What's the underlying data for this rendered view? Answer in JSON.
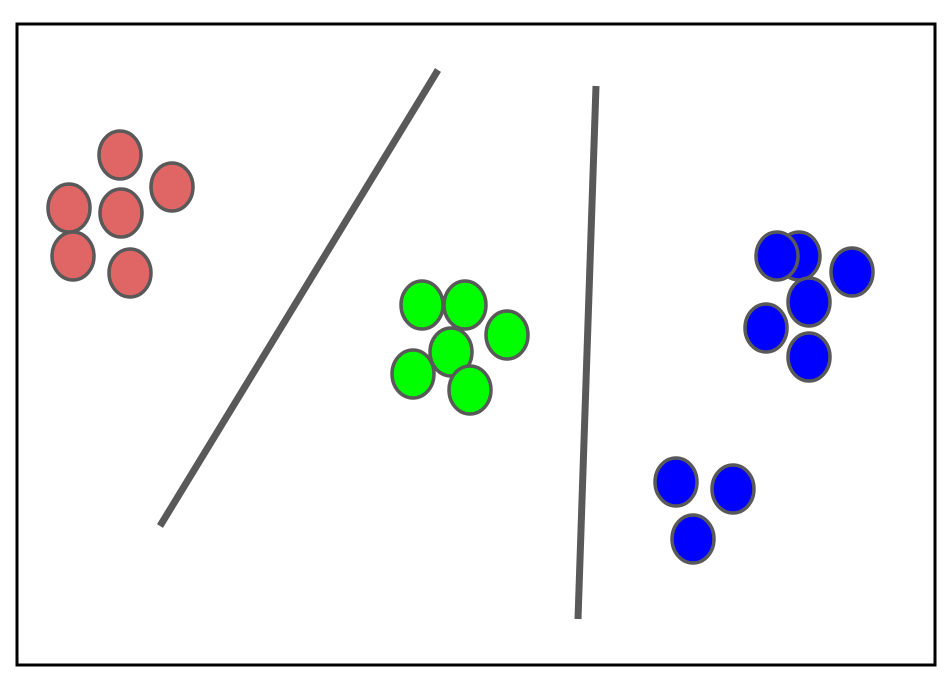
{
  "colors": {
    "frame": "#000000",
    "separator": "#595959",
    "outline": "#595959",
    "red_cluster": "#e06666",
    "green_cluster": "#00ff00",
    "blue_cluster": "#0000ff"
  },
  "clusters": [
    {
      "name": "red-cluster",
      "color": "red_cluster",
      "count": 6
    },
    {
      "name": "green-cluster",
      "color": "green_cluster",
      "count": 6
    },
    {
      "name": "blue-cluster-upper",
      "color": "blue_cluster",
      "count": 6
    },
    {
      "name": "blue-cluster-lower",
      "color": "blue_cluster",
      "count": 3
    }
  ],
  "separators": [
    {
      "name": "separator-line-left"
    },
    {
      "name": "separator-line-right"
    }
  ]
}
